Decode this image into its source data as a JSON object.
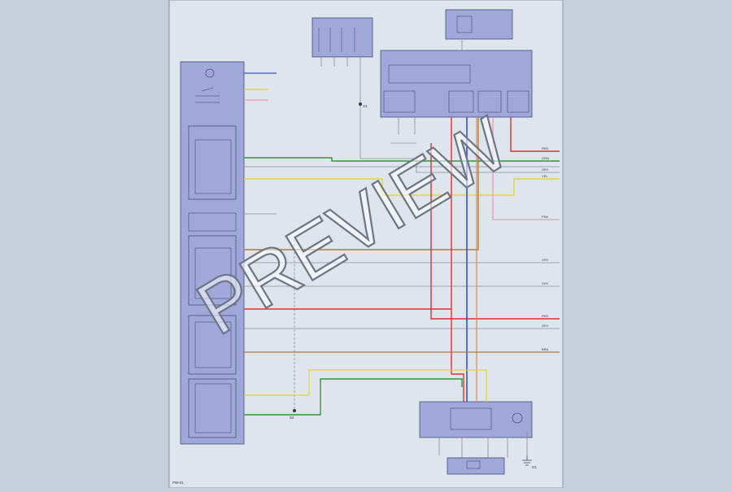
{
  "watermark": "PREVIEW",
  "colors": {
    "background": "#c5d0da",
    "sheet": "#dfe5ec",
    "module_fill": "#9fa8d8",
    "wire_red": "#e03030",
    "wire_green": "#2e9a3a",
    "wire_yellow": "#e6d43a",
    "wire_blue": "#3550e0",
    "wire_brown": "#b07a3c",
    "wire_pink": "#e79aa8",
    "wire_gray": "#8a8f99"
  },
  "labels": {
    "ground": "G1",
    "splice_top": "S1",
    "splice_bottom": "S2",
    "sheet_code": "PW-01"
  },
  "wires": [
    {
      "name": "wire-gray-top",
      "color": "GRY"
    },
    {
      "name": "wire-red-top",
      "color": "RED"
    },
    {
      "name": "wire-green",
      "color": "GRN"
    },
    {
      "name": "wire-yellow",
      "color": "YEL"
    },
    {
      "name": "wire-blue",
      "color": "BLU"
    },
    {
      "name": "wire-brown",
      "color": "BRN"
    },
    {
      "name": "wire-pink",
      "color": "PNK"
    }
  ]
}
